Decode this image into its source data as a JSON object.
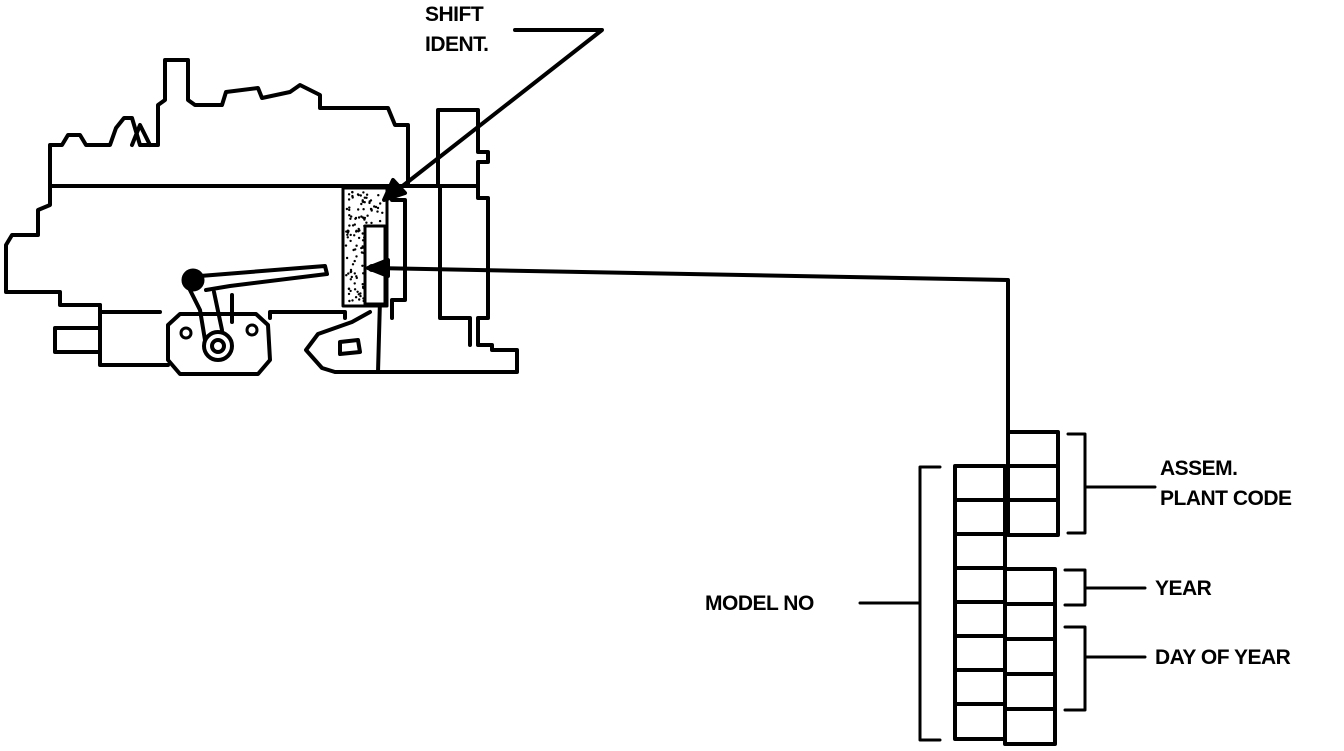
{
  "labels": {
    "shift_ident": [
      "SHIFT",
      "IDENT."
    ],
    "assem_plant_code": [
      "ASSEM.",
      "PLANT CODE"
    ],
    "year": "YEAR",
    "day_of_year": "DAY OF YEAR",
    "model_no": "MODEL NO"
  },
  "colors": {
    "ink": "#000000",
    "paper": "#ffffff"
  }
}
